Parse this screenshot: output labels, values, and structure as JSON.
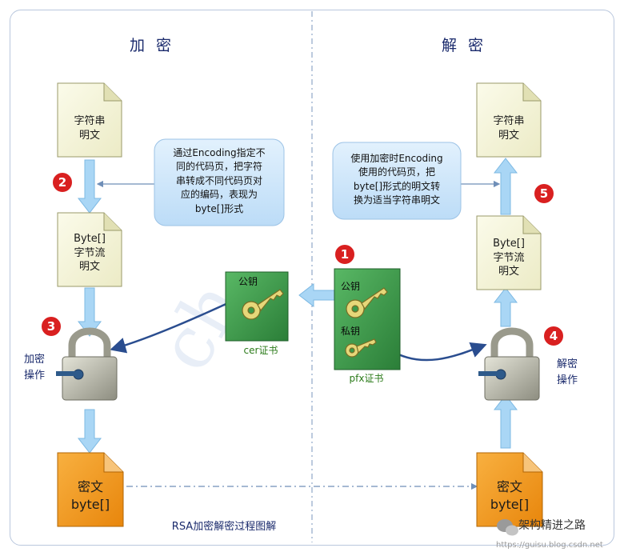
{
  "titles": {
    "encrypt": "加密",
    "decrypt": "解密"
  },
  "documents": {
    "left_plain": [
      "字符串",
      "明文"
    ],
    "left_bytes": [
      "Byte[]",
      "字节流",
      "明文"
    ],
    "right_plain": [
      "字符串",
      "明文"
    ],
    "right_bytes": [
      "Byte[]",
      "字节流",
      "明文"
    ],
    "left_cipher": [
      "密文",
      "byte[]"
    ],
    "right_cipher": [
      "密文",
      "byte[]"
    ]
  },
  "callouts": {
    "left": [
      "通过Encoding指定不",
      "同的代码页，把字符",
      "串转成不同代码页对",
      "应的编码，表现为",
      "byte[]形式"
    ],
    "right": [
      "使用加密时Encoding",
      "使用的代码页，把",
      "byte[]形式的明文转",
      "换为适当字符串明文"
    ]
  },
  "certificates": {
    "cer": {
      "key_label": "公钥",
      "caption": "cer证书"
    },
    "pfx": {
      "public_label": "公钥",
      "private_label": "私钥",
      "caption": "pfx证书"
    }
  },
  "operations": {
    "encrypt": [
      "加密",
      "操作"
    ],
    "decrypt": [
      "解密",
      "操作"
    ]
  },
  "steps": [
    "1",
    "2",
    "3",
    "4",
    "5"
  ],
  "caption": "RSA加密解密过程图解",
  "watermark": {
    "brand": "架构精进之路",
    "url": "https://guisu.blog.csdn.net"
  },
  "colors": {
    "doc_fill": "#f6f5d8",
    "cipher_fill": "#f39a1e",
    "callout_fill": "#cfe6fa",
    "cert_fill": "#3c9a4a",
    "badge_fill": "#d92020",
    "arrow_fill": "#a9d6f5"
  },
  "icons": [
    "document-icon",
    "padlock-icon",
    "key-icon",
    "certificate-icon",
    "wechat-icon"
  ]
}
